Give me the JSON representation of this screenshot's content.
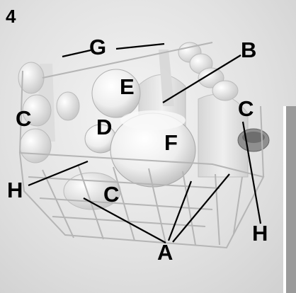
{
  "figure": {
    "number": "4",
    "labels": {
      "g": "G",
      "b": "B",
      "e": "E",
      "c_left": "C",
      "c_right": "C",
      "d": "D",
      "f": "F",
      "h_left": "H",
      "c_bottom": "C",
      "h_right": "H",
      "a": "A"
    }
  },
  "colors": {
    "background": "#e2e2e2",
    "ink": "#000000",
    "rack": "#b5b5b5",
    "dish": "#f7f7f7"
  }
}
